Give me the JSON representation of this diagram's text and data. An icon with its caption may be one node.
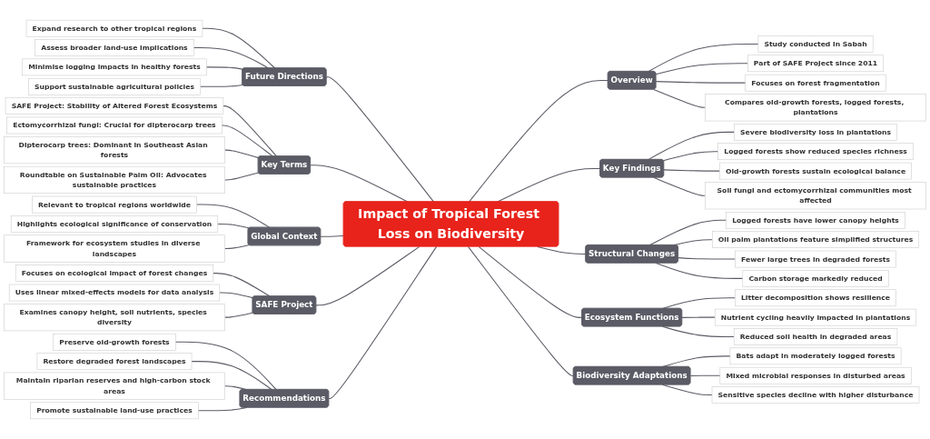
{
  "diagram": {
    "nodes": [
      {
        "text": [
          "Impact of Tropical Forest Loss on Biodiversity"
        ]
      },
      {
        "text": [
          "Overview"
        ]
      },
      {
        "text": [
          "Study conducted in Sabah"
        ]
      },
      {
        "text": [
          "Part of SAFE Project since 2011"
        ]
      },
      {
        "text": [
          "Focuses on forest fragmentation"
        ]
      },
      {
        "text": [
          "Compares old-growth forests, logged forests, plantations"
        ]
      },
      {
        "text": [
          "Key Findings"
        ]
      },
      {
        "text": [
          "Severe biodiversity loss in plantations"
        ]
      },
      {
        "text": [
          "Logged forests show reduced species richness"
        ]
      },
      {
        "text": [
          "Old-growth forests sustain ecological balance"
        ]
      },
      {
        "text": [
          "Soil fungi and ectomycorrhizal communities most affected"
        ]
      },
      {
        "text": [
          "Structural Changes"
        ]
      },
      {
        "text": [
          "Logged forests have lower canopy heights"
        ]
      },
      {
        "text": [
          "Oil palm plantations feature simplified structures"
        ]
      },
      {
        "text": [
          "Fewer large trees in degraded forests"
        ]
      },
      {
        "text": [
          "Carbon storage markedly reduced"
        ]
      },
      {
        "text": [
          "Ecosystem Functions"
        ]
      },
      {
        "text": [
          "Litter decomposition shows resilience"
        ]
      },
      {
        "text": [
          "Nutrient cycling heavily impacted in plantations"
        ]
      },
      {
        "text": [
          "Reduced soil health in degraded areas"
        ]
      },
      {
        "text": [
          "Biodiversity Adaptations"
        ]
      },
      {
        "text": [
          "Bats adapt in moderately logged forests"
        ]
      },
      {
        "text": [
          "Mixed microbial responses in disturbed areas"
        ]
      },
      {
        "text": [
          "Sensitive species decline with higher disturbance"
        ]
      },
      {
        "text": [
          "Future Directions"
        ]
      },
      {
        "text": [
          "Expand research to other tropical regions"
        ]
      },
      {
        "text": [
          "Assess broader land-use implications"
        ]
      },
      {
        "text": [
          "Minimise logging impacts in healthy forests"
        ]
      },
      {
        "text": [
          "Support sustainable agricultural policies"
        ]
      },
      {
        "text": [
          "Key Terms"
        ]
      },
      {
        "text": [
          "SAFE Project: Stability of Altered Forest Ecosystems"
        ]
      },
      {
        "text": [
          "Ectomycorrhizal fungi: Crucial for dipterocarp trees"
        ]
      },
      {
        "text": [
          "Dipterocarp trees: Dominant in Southeast Asian forests"
        ]
      },
      {
        "text": [
          "Roundtable on Sustainable Palm Oil: Advocates sustainable practices"
        ]
      },
      {
        "text": [
          "Global Context"
        ]
      },
      {
        "text": [
          "Relevant to tropical regions worldwide"
        ]
      },
      {
        "text": [
          "Highlights ecological significance of conservation"
        ]
      },
      {
        "text": [
          "Framework for ecosystem studies in diverse landscapes"
        ]
      },
      {
        "text": [
          "SAFE Project"
        ]
      },
      {
        "text": [
          "Focuses on ecological impact of forest changes"
        ]
      },
      {
        "text": [
          "Uses linear mixed-effects models for data analysis"
        ]
      },
      {
        "text": [
          "Examines canopy height, soil nutrients, species diversity"
        ]
      },
      {
        "text": [
          "Recommendations"
        ]
      },
      {
        "text": [
          "Preserve old-growth forests"
        ]
      },
      {
        "text": [
          "Restore degraded forest landscapes"
        ]
      },
      {
        "text": [
          "Maintain riparian reserves and high-carbon stock areas"
        ]
      },
      {
        "text": [
          "Promote sustainable land-use practices"
        ]
      }
    ],
    "edges": [
      {
        "from": 0,
        "to": 1,
        "arrow": "none"
      },
      {
        "from": 1,
        "to": 2,
        "arrow": "none"
      },
      {
        "from": 1,
        "to": 3,
        "arrow": "none"
      },
      {
        "from": 1,
        "to": 4,
        "arrow": "none"
      },
      {
        "from": 1,
        "to": 5,
        "arrow": "none"
      },
      {
        "from": 0,
        "to": 6,
        "arrow": "none"
      },
      {
        "from": 6,
        "to": 7,
        "arrow": "none"
      },
      {
        "from": 6,
        "to": 8,
        "arrow": "none"
      },
      {
        "from": 6,
        "to": 9,
        "arrow": "none"
      },
      {
        "from": 6,
        "to": 10,
        "arrow": "none"
      },
      {
        "from": 0,
        "to": 11,
        "arrow": "none"
      },
      {
        "from": 11,
        "to": 12,
        "arrow": "none"
      },
      {
        "from": 11,
        "to": 13,
        "arrow": "none"
      },
      {
        "from": 11,
        "to": 14,
        "arrow": "none"
      },
      {
        "from": 11,
        "to": 15,
        "arrow": "none"
      },
      {
        "from": 0,
        "to": 16,
        "arrow": "none"
      },
      {
        "from": 16,
        "to": 17,
        "arrow": "none"
      },
      {
        "from": 16,
        "to": 18,
        "arrow": "none"
      },
      {
        "from": 16,
        "to": 19,
        "arrow": "none"
      },
      {
        "from": 0,
        "to": 20,
        "arrow": "none"
      },
      {
        "from": 20,
        "to": 21,
        "arrow": "none"
      },
      {
        "from": 20,
        "to": 22,
        "arrow": "none"
      },
      {
        "from": 20,
        "to": 23,
        "arrow": "none"
      },
      {
        "from": 25,
        "to": 24,
        "arrow": "none"
      },
      {
        "from": 26,
        "to": 24,
        "arrow": "none"
      },
      {
        "from": 27,
        "to": 24,
        "arrow": "none"
      },
      {
        "from": 28,
        "to": 24,
        "arrow": "none"
      },
      {
        "from": 24,
        "to": 0,
        "arrow": "none"
      },
      {
        "from": 30,
        "to": 29,
        "arrow": "none"
      },
      {
        "from": 31,
        "to": 29,
        "arrow": "none"
      },
      {
        "from": 32,
        "to": 29,
        "arrow": "none"
      },
      {
        "from": 33,
        "to": 29,
        "arrow": "none"
      },
      {
        "from": 29,
        "to": 0,
        "arrow": "none"
      },
      {
        "from": 35,
        "to": 34,
        "arrow": "none"
      },
      {
        "from": 36,
        "to": 34,
        "arrow": "none"
      },
      {
        "from": 37,
        "to": 34,
        "arrow": "none"
      },
      {
        "from": 34,
        "to": 0,
        "arrow": "none"
      },
      {
        "from": 39,
        "to": 38,
        "arrow": "none"
      },
      {
        "from": 40,
        "to": 38,
        "arrow": "none"
      },
      {
        "from": 41,
        "to": 38,
        "arrow": "none"
      },
      {
        "from": 38,
        "to": 0,
        "arrow": "none"
      },
      {
        "from": 43,
        "to": 42,
        "arrow": "none"
      },
      {
        "from": 44,
        "to": 42,
        "arrow": "none"
      },
      {
        "from": 45,
        "to": 42,
        "arrow": "none"
      },
      {
        "from": 46,
        "to": 42,
        "arrow": "none"
      },
      {
        "from": 42,
        "to": 0,
        "arrow": "none"
      }
    ]
  }
}
